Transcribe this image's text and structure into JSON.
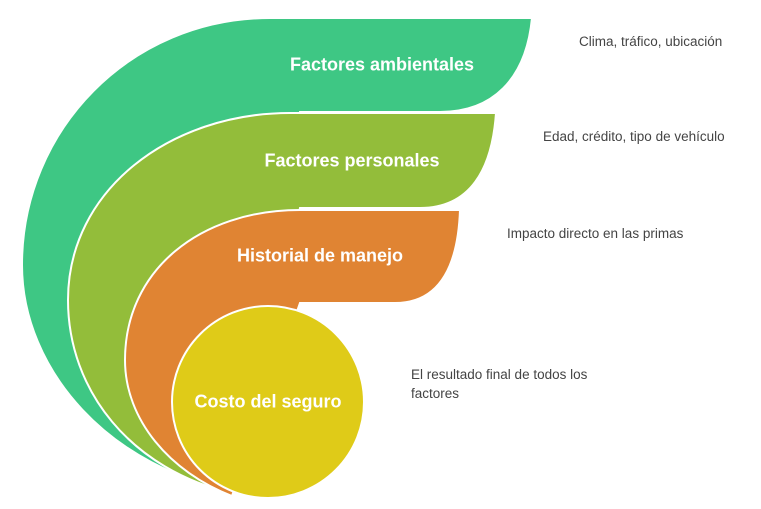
{
  "layers": [
    {
      "label": "Factores ambientales",
      "note": "Clima, tráfico, ubicación",
      "color": "#3ec784"
    },
    {
      "label": "Factores personales",
      "note": "Edad, crédito, tipo de vehículo",
      "color": "#93bd3a"
    },
    {
      "label": "Historial de manejo",
      "note": "Impacto directo en las primas",
      "color": "#e08433"
    },
    {
      "label": "Costo del seguro",
      "note": "El resultado final de todos los factores",
      "color": "#dfcb18"
    }
  ]
}
